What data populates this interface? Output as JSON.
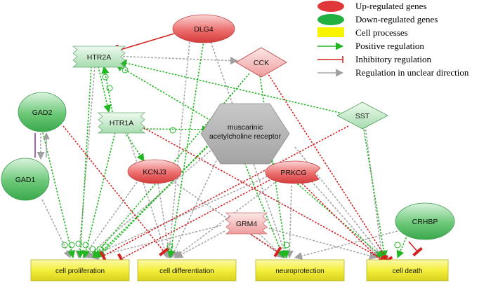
{
  "legend": {
    "up": "Up-regulated genes",
    "down": "Down-regulated genes",
    "cell": "Cell processes",
    "pos": "Positive regulation",
    "inh": "Inhibitory regulation",
    "unclear": "Regulation in unclear direction"
  },
  "colors": {
    "up": "#e04848",
    "down": "#3cb050",
    "cell": "#f2ee3a",
    "positive": "#22b622",
    "inhibitory": "#d42020",
    "unclear": "#a8a8a8"
  },
  "nodes": {
    "dlg4": "DLG4",
    "htr2a": "HTR2A",
    "cck": "CCK",
    "htr1a": "HTR1A",
    "gad2": "GAD2",
    "gad1": "GAD1",
    "mach": "muscarinic acetylcholine receptor",
    "kcnj3": "KCNJ3",
    "prkcg": "PRKCG",
    "sst": "SST",
    "grm4": "GRM4",
    "crhbp": "CRHBP"
  },
  "processes": {
    "prolif": "cell proliferation",
    "diff": "cell differentiation",
    "neuro": "neuroprotection",
    "death": "cell death"
  }
}
